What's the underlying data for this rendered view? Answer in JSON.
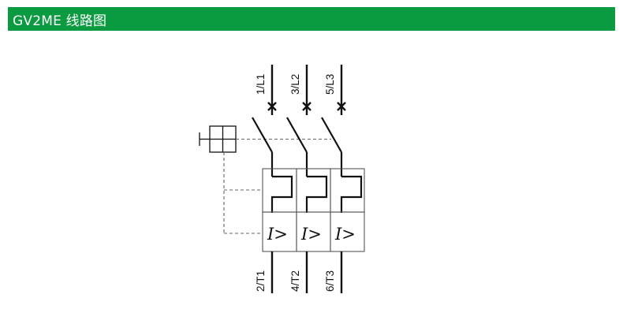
{
  "header": {
    "title": "GV2ME  线路图",
    "background": "#0a9a40"
  },
  "diagram": {
    "line_terminals": [
      "1/L1",
      "3/L2",
      "5/L3"
    ],
    "load_terminals": [
      "2/T1",
      "4/T2",
      "6/T3"
    ],
    "trip_units": [
      "I>",
      "I>",
      "I>"
    ],
    "line_color": "#111111",
    "dash_color": "#666666",
    "handle_icon": "rotary-handle-icon"
  }
}
